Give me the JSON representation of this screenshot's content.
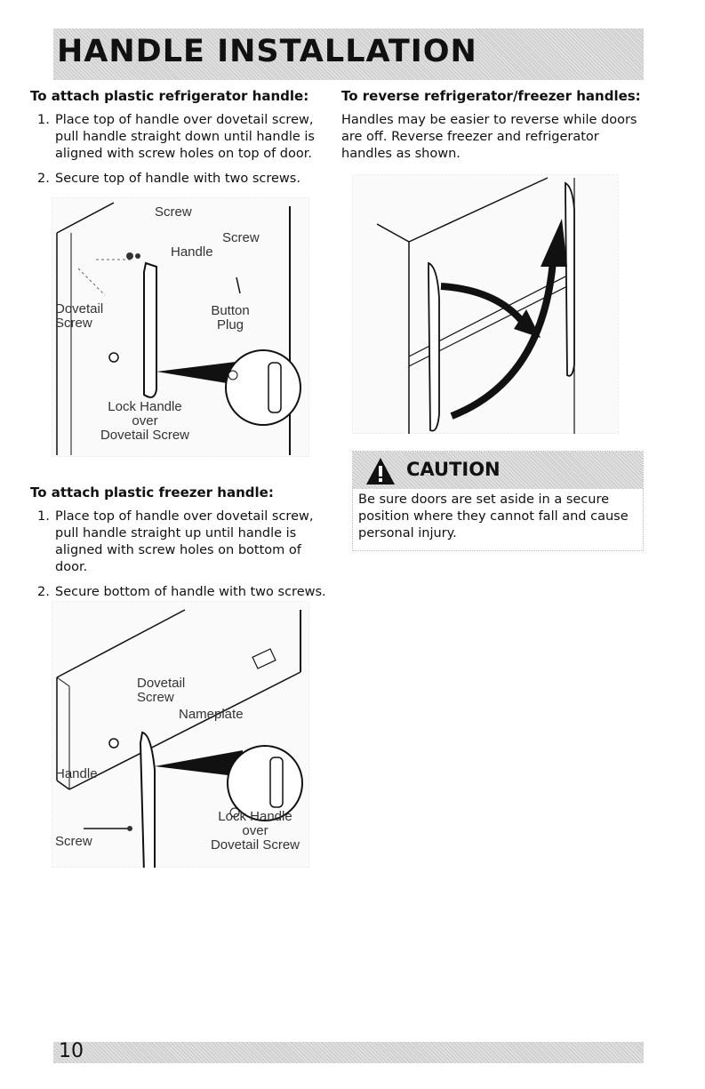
{
  "banner": {
    "title": "HANDLE INSTALLATION"
  },
  "left_col": {
    "refrigerator": {
      "heading": "To attach plastic refrigerator handle:",
      "steps": [
        {
          "num": "1.",
          "text": "Place top of handle over dovetail screw, pull handle straight down until handle is aligned with screw holes on top of door."
        },
        {
          "num": "2.",
          "text": "Secure top of handle with two screws."
        }
      ]
    },
    "freezer": {
      "heading": "To attach plastic freezer handle:",
      "steps": [
        {
          "num": "1.",
          "text": "Place top of handle over dovetail screw, pull handle straight up until handle is aligned with screw holes on bottom of door."
        },
        {
          "num": "2.",
          "text": "Secure bottom of handle with two screws."
        }
      ]
    }
  },
  "right_col": {
    "heading": "To reverse refrigerator/freezer handles:",
    "body": "Handles may be easier to reverse while doors are off. Reverse freezer and refrigerator handles as shown."
  },
  "figure1": {
    "screw_top": "Screw",
    "screw_right": "Screw",
    "handle": "Handle",
    "dovetail_screw": "Dovetail Screw",
    "button_plug": "Button Plug",
    "lock_line1": "Lock Handle",
    "lock_line2": "over",
    "lock_line3": "Dovetail Screw"
  },
  "figure2": {
    "dovetail_screw": "Dovetail Screw",
    "nameplate": "Nameplate",
    "handle": "Handle",
    "screw": "Screw",
    "lock_line1": "Lock Handle",
    "lock_line2": "over",
    "lock_line3": "Dovetail Screw"
  },
  "caution": {
    "title": "CAUTION",
    "text": "Be sure doors are set aside in a secure position where they cannot fall and cause personal injury."
  },
  "footer": {
    "page_number": "10"
  }
}
